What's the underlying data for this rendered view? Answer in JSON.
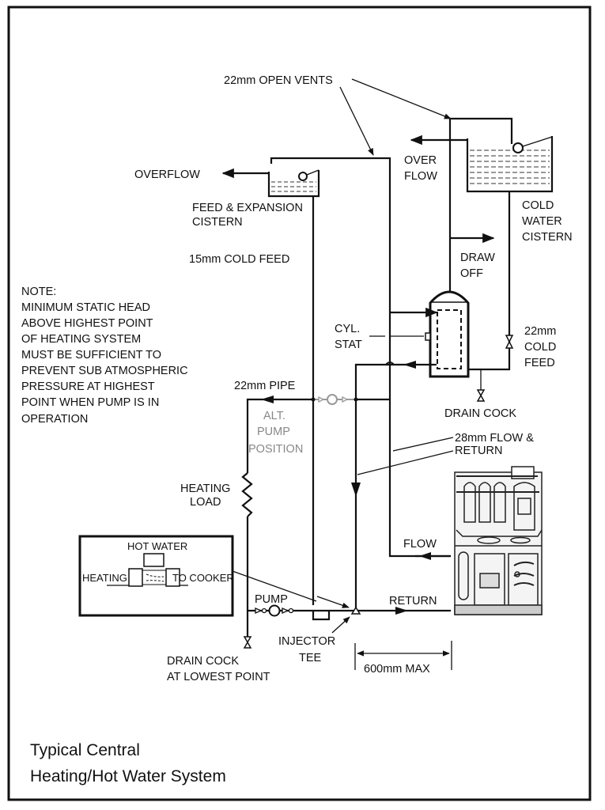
{
  "title": {
    "line1": "Typical Central",
    "line2": "Heating/Hot Water System"
  },
  "labels": {
    "open_vents": "22mm OPEN VENTS",
    "overflow_left": "OVERFLOW",
    "feed_cistern_1": "FEED & EXPANSION",
    "feed_cistern_2": "CISTERN",
    "cold_feed_15": "15mm COLD FEED",
    "overflow_right_1": "OVER",
    "overflow_right_2": "FLOW",
    "cold_cistern_1": "COLD",
    "cold_cistern_2": "WATER",
    "cold_cistern_3": "CISTERN",
    "draw_off_1": "DRAW",
    "draw_off_2": "OFF",
    "cyl_stat_1": "CYL.",
    "cyl_stat_2": "STAT",
    "cold_feed_22_1": "22mm",
    "cold_feed_22_2": "COLD",
    "cold_feed_22_3": "FEED",
    "drain_cock": "DRAIN COCK",
    "pipe_22": "22mm PIPE",
    "alt_pump_1": "ALT.",
    "alt_pump_2": "PUMP",
    "alt_pump_3": "POSITION",
    "flow_return_1": "28mm FLOW &",
    "flow_return_2": "RETURN",
    "heating_load_1": "HEATING",
    "heating_load_2": "LOAD",
    "flow": "FLOW",
    "return": "RETURN",
    "pump": "PUMP",
    "injector_1": "INJECTOR",
    "injector_2": "TEE",
    "drain_low_1": "DRAIN COCK",
    "drain_low_2": "AT LOWEST POINT",
    "max_dist": "600mm MAX"
  },
  "note": {
    "lines": [
      "NOTE:",
      "MINIMUM STATIC HEAD",
      "ABOVE HIGHEST POINT",
      "OF HEATING SYSTEM",
      "MUST BE SUFFICIENT TO",
      "PREVENT SUB ATMOSPHERIC",
      "PRESSURE AT HIGHEST",
      "POINT WHEN PUMP IS IN",
      "OPERATION"
    ]
  },
  "inset": {
    "hot_water": "HOT WATER",
    "heating": "HEATING",
    "to_cooker": "TO COOKER"
  }
}
